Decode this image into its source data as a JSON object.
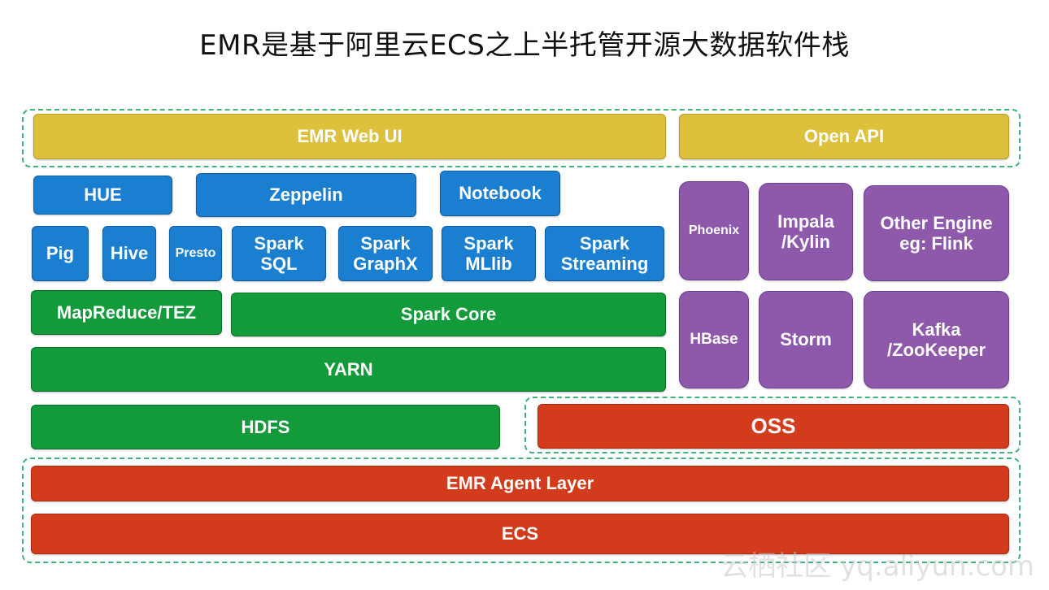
{
  "title": "EMR是基于阿里云ECS之上半托管开源大数据软件栈",
  "colors": {
    "yellow": "#ddc13c",
    "blue": "#1a7fd1",
    "green": "#139a3a",
    "purple": "#8e59ab",
    "red": "#d23b1c",
    "group_border": "#3fb37a"
  },
  "top_layer": {
    "web_ui": "EMR Web UI",
    "open_api": "Open API"
  },
  "tools": {
    "hue": "HUE",
    "zeppelin": "Zeppelin",
    "notebook": "Notebook"
  },
  "engines": {
    "pig": "Pig",
    "hive": "Hive",
    "presto": "Presto",
    "spark_sql": "Spark\nSQL",
    "spark_graphx": "Spark\nGraphX",
    "spark_mllib": "Spark\nMLlib",
    "spark_streaming": "Spark\nStreaming"
  },
  "compute": {
    "mapreduce_tez": "MapReduce/TEZ",
    "spark_core": "Spark Core",
    "yarn": "YARN"
  },
  "right_stack": {
    "phoenix": "Phoenix",
    "impala_kylin": "Impala\n/Kylin",
    "other_engine": "Other Engine\neg: Flink",
    "hbase": "HBase",
    "storm": "Storm",
    "kafka_zookeeper": "Kafka\n/ZooKeeper"
  },
  "storage": {
    "hdfs": "HDFS",
    "oss": "OSS"
  },
  "infra": {
    "agent_layer": "EMR Agent Layer",
    "ecs": "ECS"
  },
  "watermark": "云栖社区 yq.aliyun.com"
}
